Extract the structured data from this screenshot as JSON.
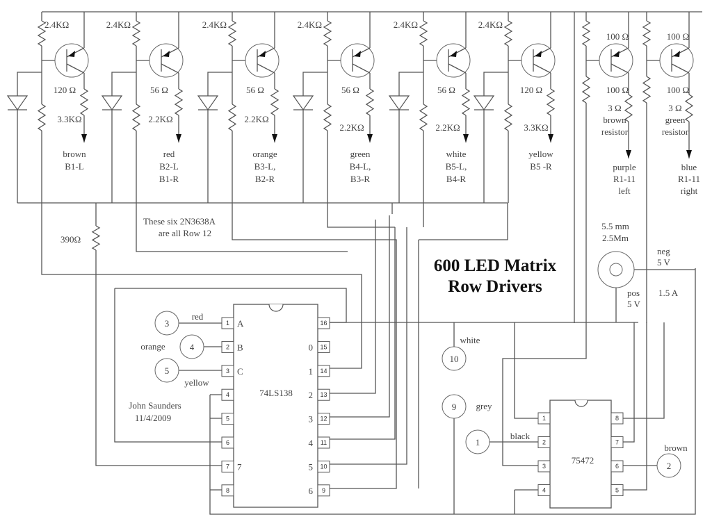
{
  "title": {
    "line1": "600 LED Matrix",
    "line2": "Row Drivers"
  },
  "stages": [
    {
      "top_res": "2.4KΩ",
      "emit_res": "120 Ω",
      "base_res": "3.3KΩ",
      "wire": [
        "brown",
        "B1-L"
      ]
    },
    {
      "top_res": "2.4KΩ",
      "emit_res": "56 Ω",
      "base_res": "2.2KΩ",
      "wire": [
        "red",
        "B2-L",
        "B1-R"
      ]
    },
    {
      "top_res": "2.4KΩ",
      "emit_res": "56 Ω",
      "base_res": "2.2KΩ",
      "wire": [
        "orange",
        "B3-L,",
        "B2-R"
      ]
    },
    {
      "top_res": "2.4KΩ",
      "emit_res": "56 Ω",
      "base_res": "2.2KΩ",
      "wire": [
        "green",
        "B4-L,",
        "B3-R"
      ]
    },
    {
      "top_res": "2.4KΩ",
      "emit_res": "56 Ω",
      "base_res": "2.2KΩ",
      "wire": [
        "white",
        "B5-L,",
        "B4-R"
      ]
    },
    {
      "top_res": "2.4KΩ",
      "emit_res": "120 Ω",
      "base_res": "3.3KΩ",
      "wire": [
        "yellow",
        "B5 -R"
      ]
    }
  ],
  "col_drivers": [
    {
      "top_res": "100 Ω",
      "emit_res": "100 Ω",
      "res_note": [
        "3 Ω",
        "brown",
        "resistor"
      ],
      "wire": [
        "purple",
        "R1-11",
        "left"
      ]
    },
    {
      "top_res": "100 Ω",
      "emit_res": "100 Ω",
      "res_note": [
        "3 Ω",
        "green",
        "resistor"
      ],
      "wire": [
        "blue",
        "R1-11",
        "right"
      ]
    }
  ],
  "notes": {
    "transistor_note": [
      "These six 2N3638A",
      "are all Row 12"
    ],
    "res_390": "390Ω",
    "author": "John Saunders",
    "date": "11/4/2009",
    "jack_size": [
      "5.5 mm",
      "2.5Mm"
    ],
    "neg": [
      "neg",
      "5 V"
    ],
    "pos": [
      "pos",
      "5 V"
    ],
    "current": "1.5 A"
  },
  "ic1": {
    "name": "74LS138",
    "left_pins": [
      "1",
      "2",
      "3",
      "4",
      "5",
      "6",
      "7",
      "8"
    ],
    "left_labels": [
      "A",
      "B",
      "C",
      "",
      "",
      "",
      "7",
      ""
    ],
    "right_pins": [
      "16",
      "15",
      "14",
      "13",
      "12",
      "11",
      "10",
      "9"
    ],
    "right_labels": [
      "",
      "0",
      "1",
      "2",
      "3",
      "4",
      "5",
      "6"
    ]
  },
  "ic2": {
    "name": "75472",
    "left_pins": [
      "1",
      "2",
      "3",
      "4"
    ],
    "right_pins": [
      "8",
      "7",
      "6",
      "5"
    ]
  },
  "connectors": [
    {
      "num": "3",
      "label": "red"
    },
    {
      "num": "4",
      "label": "orange"
    },
    {
      "num": "5",
      "label": "yellow"
    },
    {
      "num": "10",
      "label": "white"
    },
    {
      "num": "9",
      "label": "grey"
    },
    {
      "num": "1",
      "label": "black"
    },
    {
      "num": "2",
      "label": "brown"
    }
  ]
}
